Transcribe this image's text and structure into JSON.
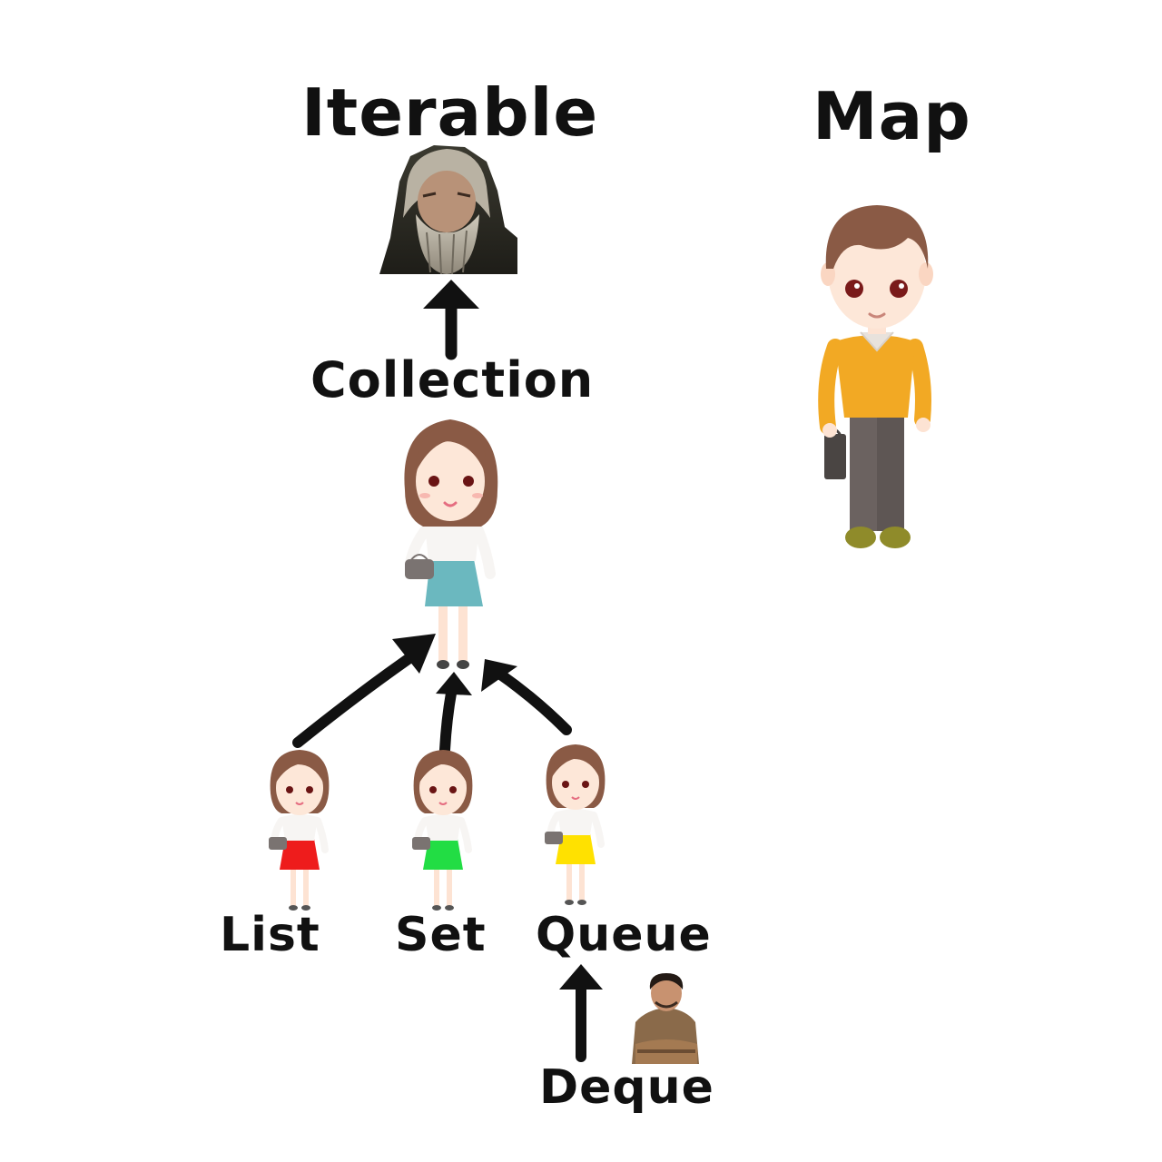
{
  "labels": {
    "iterable": "Iterable",
    "map": "Map",
    "collection": "Collection",
    "list": "List",
    "set": "Set",
    "queue": "Queue",
    "deque": "Deque"
  },
  "colors": {
    "ink": "#111111",
    "list_skirt": "#ee1c1c",
    "set_skirt": "#22dd44",
    "queue_skirt": "#ffe100",
    "collection_skirt": "#6bb8bf",
    "man_shirt": "#f2a924",
    "man_pants": "#6b6260",
    "hair_brown": "#8a5a45"
  },
  "icons": {
    "iterable": "wizard-portrait-icon",
    "map": "cartoon-man-icon",
    "collection": "cartoon-woman-icon",
    "list": "cartoon-girl-red-skirt-icon",
    "set": "cartoon-girl-green-skirt-icon",
    "queue": "cartoon-girl-yellow-skirt-icon",
    "deque": "man-portrait-icon"
  }
}
